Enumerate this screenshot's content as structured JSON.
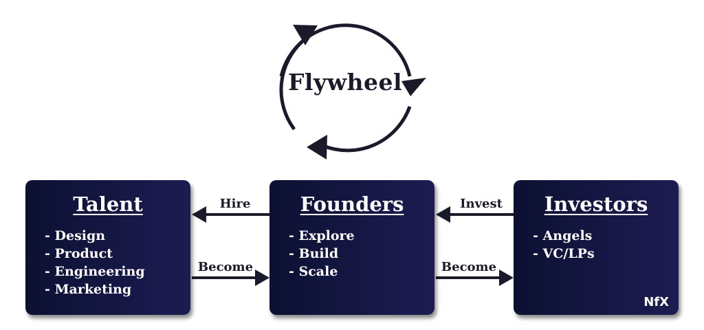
{
  "flywheel": {
    "title": "Flywheel"
  },
  "boxes": {
    "talent": {
      "title": "Talent",
      "items": [
        "Design",
        "Product",
        "Engineering",
        "Marketing"
      ]
    },
    "founders": {
      "title": "Founders",
      "items": [
        "Explore",
        "Build",
        "Scale"
      ]
    },
    "investors": {
      "title": "Investors",
      "items": [
        "Angels",
        "VC/LPs"
      ]
    }
  },
  "arrows": {
    "hire": "Hire",
    "become_left": "Become",
    "invest": "Invest",
    "become_right": "Become"
  },
  "brand": "NfX",
  "colors": {
    "box_dark": "#0c1132",
    "box_light": "#1d1c52",
    "arrow": "#1a1a2a",
    "text_light": "#ffffff"
  }
}
